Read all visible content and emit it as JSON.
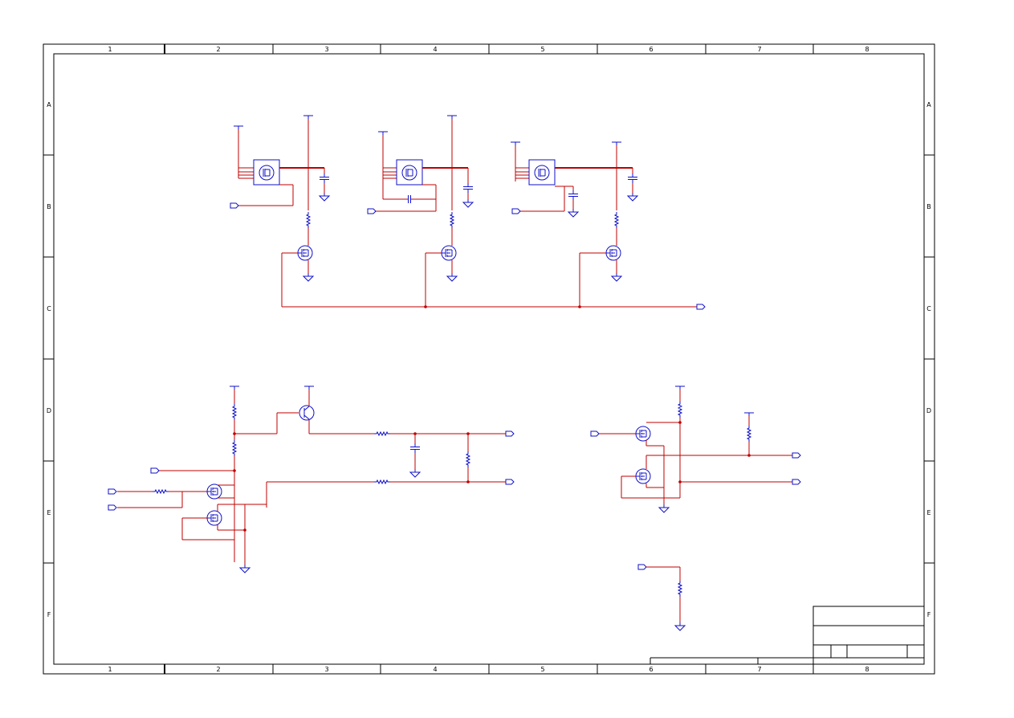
{
  "sheet": {
    "columns": [
      "1",
      "2",
      "3",
      "4",
      "5",
      "6",
      "7",
      "8"
    ],
    "rows": [
      "A",
      "B",
      "C",
      "D",
      "E",
      "F"
    ]
  },
  "title_block": {
    "title": "",
    "drawing_number": "",
    "revision": "",
    "sheet": ""
  },
  "colors": {
    "wire": "#c00000",
    "component": "#1010c8",
    "frame": "#000000"
  },
  "icons": {
    "power_rail": "tee-bar-icon",
    "ground": "ground-triangle-icon",
    "port": "port-arrow-icon",
    "mosfet": "mosfet-icon",
    "bjt": "npn-transistor-icon",
    "resistor": "resistor-zigzag-icon",
    "capacitor": "capacitor-icon",
    "regulator": "regulator-ic-icon"
  }
}
